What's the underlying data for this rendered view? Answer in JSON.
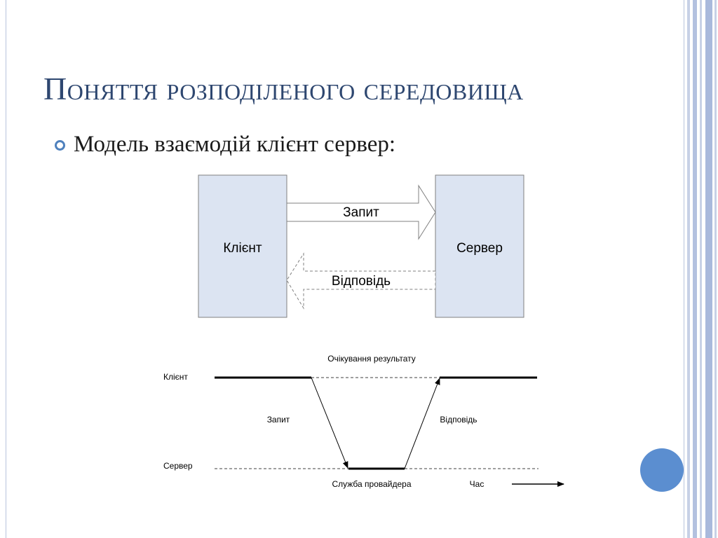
{
  "slide": {
    "title": "Поняття розподіленого середовища",
    "bullet": "Модель взаємодій клієнт сервер:"
  },
  "diagram1": {
    "client_label": "Клієнт",
    "server_label": "Сервер",
    "request_label": "Запит",
    "response_label": "Відповідь"
  },
  "diagram2": {
    "client_label": "Клієнт",
    "server_label": "Сервер",
    "waiting_label": "Очікування результату",
    "request_label": "Запит",
    "response_label": "Відповідь",
    "service_label": "Служба провайдера",
    "time_label": "Час"
  },
  "colors": {
    "title": "#2e4770",
    "accent": "#4f81bd",
    "box_fill": "#dce4f2",
    "stripe": "#b8c4dc"
  }
}
